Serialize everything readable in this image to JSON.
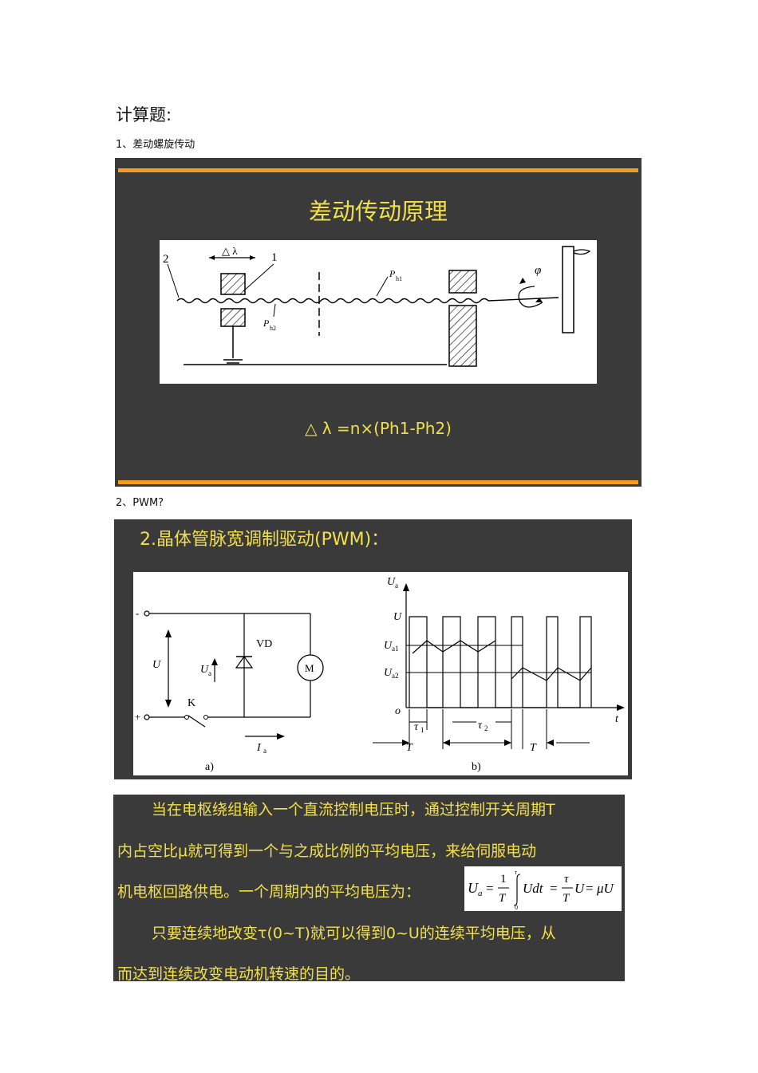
{
  "heading": "计算题:",
  "item1": "1、差动螺旋传动",
  "item2": "2、PWM?",
  "slide1": {
    "title": "差动传动原理",
    "labels": {
      "dl": "△ λ",
      "n1": "1",
      "n2": "2",
      "ph1_p": "P",
      "ph1_s": "h1",
      "ph2_p": "P",
      "ph2_s": "h2",
      "phi": "φ"
    },
    "formula": "△ λ =n×(Ph1-Ph2)"
  },
  "slide2": {
    "title": "2.晶体管脉宽调制驱动(PWM)：",
    "labels": {
      "minus": "-",
      "plus": "+",
      "U": "U",
      "Ua_p": "U",
      "Ua_s": "a",
      "VD": "VD",
      "M": "M",
      "K": "K",
      "Ia_p": "I",
      "Ia_s": "a",
      "a": "a)",
      "b": "b)",
      "axisUa_p": "U",
      "axisUa_s": "a",
      "axisU": "U",
      "Ua1_p": "U",
      "Ua1_s": "a1",
      "Ua2_p": "U",
      "Ua2_s": "a2",
      "o": "o",
      "t": "t",
      "tau1_p": "τ",
      "tau1_s": "1",
      "tau2_p": "τ",
      "tau2_s": "2",
      "T1": "T",
      "T2": "T"
    }
  },
  "slide3": {
    "line1": "当在电枢绕组输入一个直流控制电压时，通过控制开关周期T",
    "line2": "内占空比μ就可得到一个与之成比例的平均电压，来给伺服电动",
    "line3": "机电枢回路供电。一个周期内的平均电压为：",
    "line4": "只要连续地改变τ(0~T)就可以得到0~U的连续平均电压，从",
    "line5": "而达到连续改变电动机转速的目的。",
    "formula": {
      "lhs_p": "U",
      "lhs_s": "a",
      "eq1": "=",
      "one": "1",
      "T": "T",
      "tau_up": "τ",
      "zero": "0",
      "Udt": "Udt",
      "eq2": "=",
      "tau": "τ",
      "T2": "T",
      "U": "U",
      "eq3": "=",
      "muU": "μU"
    }
  }
}
